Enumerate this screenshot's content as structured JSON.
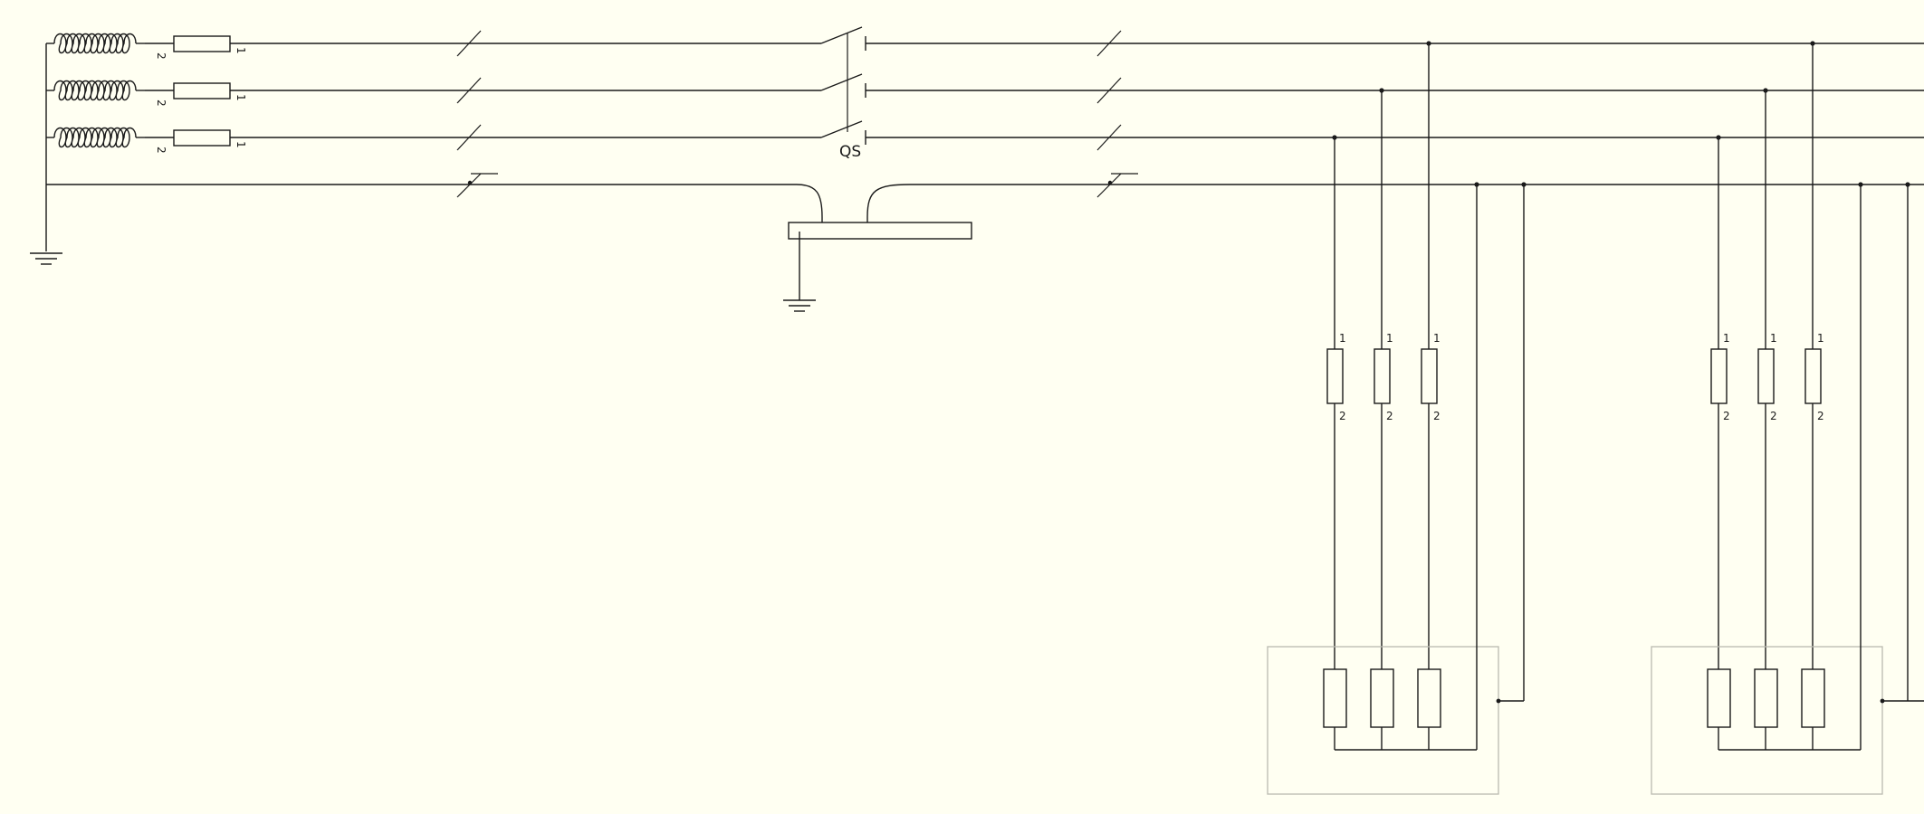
{
  "diagram": {
    "switch_label": "QS",
    "source_fuse_pins": {
      "left": "2",
      "right": "1"
    },
    "branch_fuse_pins": {
      "top": "1",
      "bottom": "2"
    }
  },
  "colors": {
    "background": "#fffff2",
    "wire": "#1a1a1a",
    "enclosure": "#b9b9b0"
  }
}
